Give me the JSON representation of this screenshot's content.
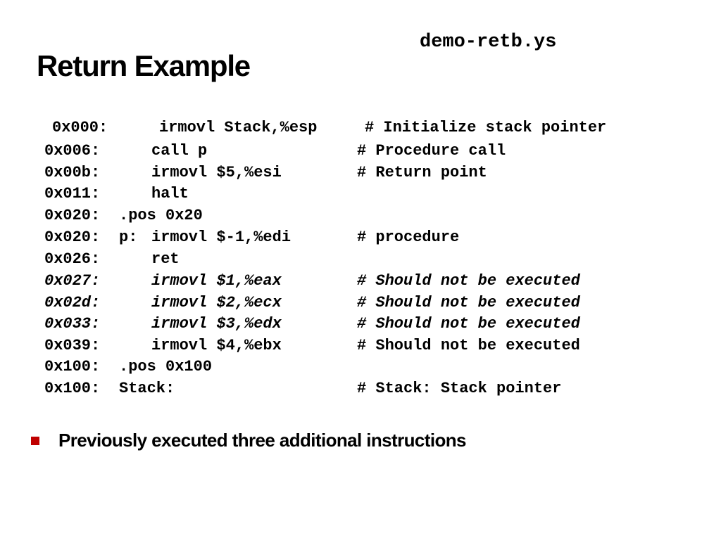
{
  "slide": {
    "filename": "demo-retb.ys",
    "title": "Return Example",
    "code_lines": [
      {
        "addr": "0x000:",
        "label": "",
        "instr": "irmovl Stack,%esp",
        "comment": "# Initialize stack pointer",
        "italic": false
      },
      {
        "addr": "0x006:",
        "label": "",
        "instr": "call p",
        "comment": "# Procedure call",
        "italic": false
      },
      {
        "addr": "0x00b:",
        "label": "",
        "instr": "irmovl $5,%esi",
        "comment": "# Return point",
        "italic": false
      },
      {
        "addr": "0x011:",
        "label": "",
        "instr": "halt",
        "comment": "",
        "italic": false
      },
      {
        "addr": "0x020:",
        "label": ".pos 0x20",
        "instr": "",
        "comment": "",
        "italic": false
      },
      {
        "addr": "0x020:",
        "label": "p:",
        "instr": "irmovl $-1,%edi",
        "comment": "# procedure",
        "italic": false
      },
      {
        "addr": "0x026:",
        "label": "",
        "instr": "ret",
        "comment": "",
        "italic": false
      },
      {
        "addr": "0x027:",
        "label": "",
        "instr": "irmovl $1,%eax",
        "comment": "# Should not be executed",
        "italic": true
      },
      {
        "addr": "0x02d:",
        "label": "",
        "instr": "irmovl $2,%ecx",
        "comment": "# Should not be executed",
        "italic": true
      },
      {
        "addr": "0x033:",
        "label": "",
        "instr": "irmovl $3,%edx",
        "comment": "# Should not be executed",
        "italic": true
      },
      {
        "addr": "0x039:",
        "label": "",
        "instr": "irmovl $4,%ebx",
        "comment": "# Should not be executed",
        "italic": false
      },
      {
        "addr": "0x100:",
        "label": ".pos 0x100",
        "instr": "",
        "comment": "",
        "italic": false
      },
      {
        "addr": "0x100:",
        "label": "Stack:",
        "instr": "",
        "comment": "# Stack: Stack pointer",
        "italic": false
      }
    ],
    "bullet": "Previously executed three additional instructions",
    "colors": {
      "bullet_mark": "#c00000",
      "text": "#000000",
      "background": "#ffffff"
    }
  }
}
